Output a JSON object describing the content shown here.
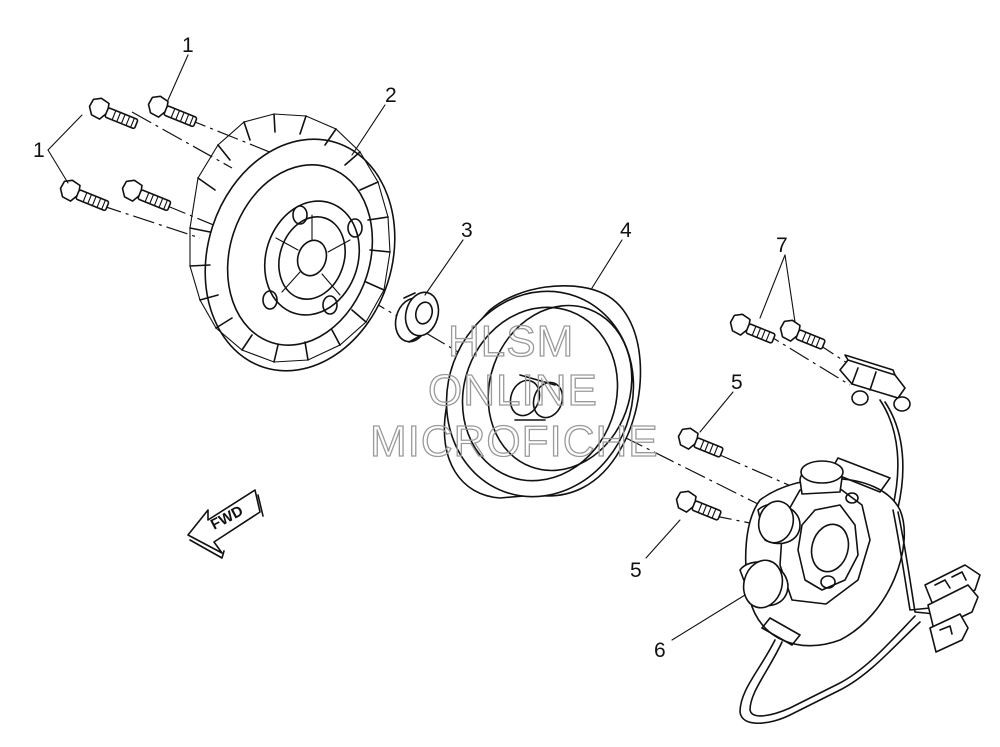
{
  "callouts": {
    "c1a": "1",
    "c1b": "1",
    "c2": "2",
    "c3": "3",
    "c4": "4",
    "c5a": "5",
    "c5b": "5",
    "c6": "6",
    "c7": "7"
  },
  "fwd_label": "FWD",
  "watermark": {
    "line1": "HLSM",
    "line2": "ONLINE",
    "line3": "MICROFICHE"
  }
}
